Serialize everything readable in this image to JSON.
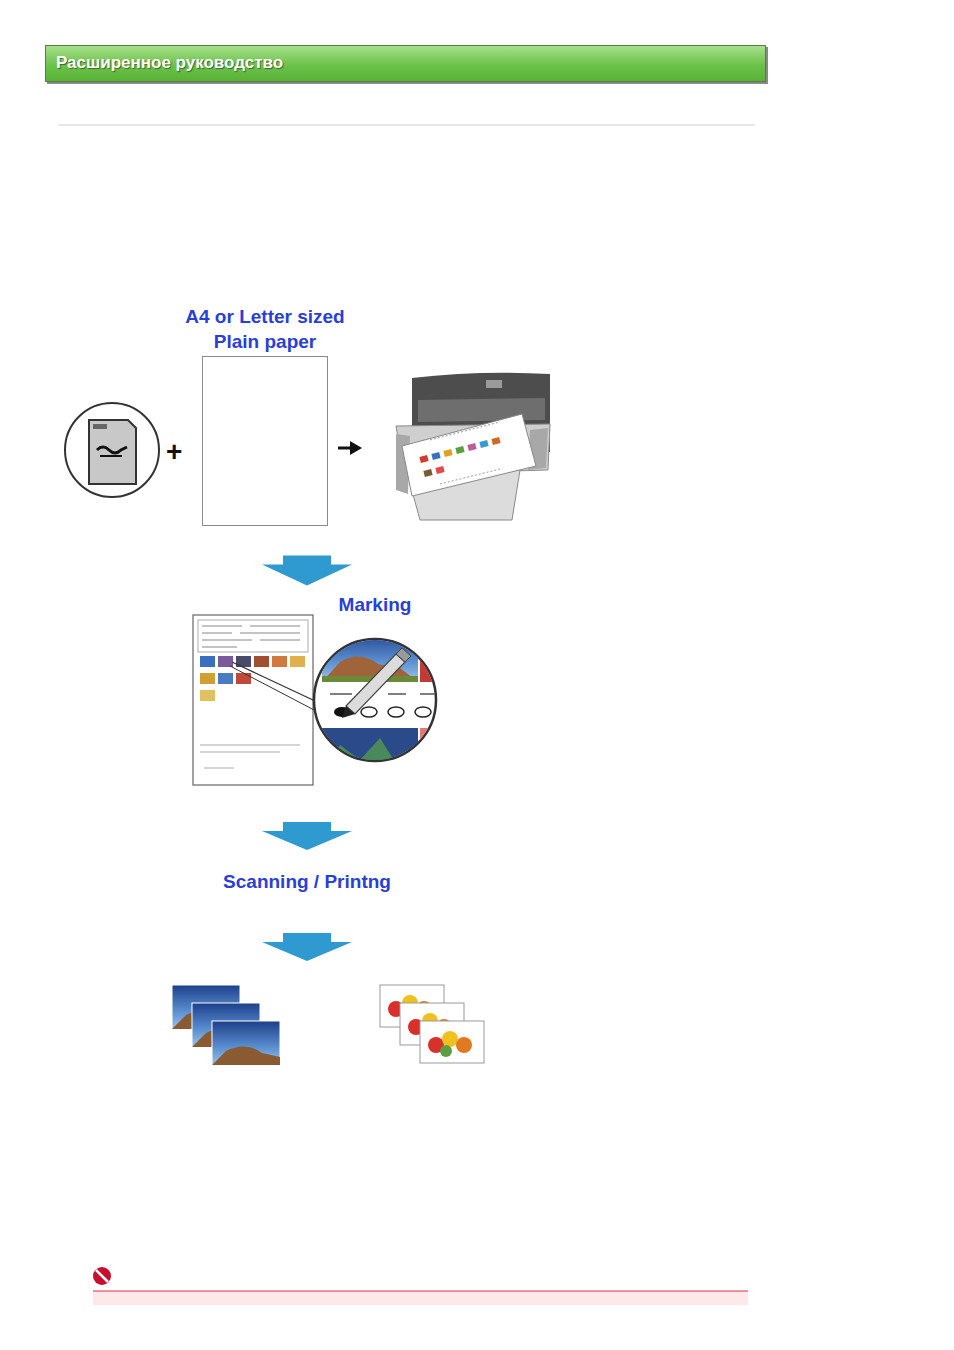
{
  "diagram": {
    "nodes": [
      {
        "text": [
          "Расширенное руководство"
        ]
      },
      {
        "text": [
          "A4 or Letter sized Plain paper"
        ]
      },
      {
        "text": [
          "Marking"
        ]
      }
    ],
    "edges": [
      {
        "from": 1,
        "to": 2,
        "arrow": "to"
      }
    ],
    "labels": [
      "+",
      "Scanning / Printng"
    ]
  }
}
